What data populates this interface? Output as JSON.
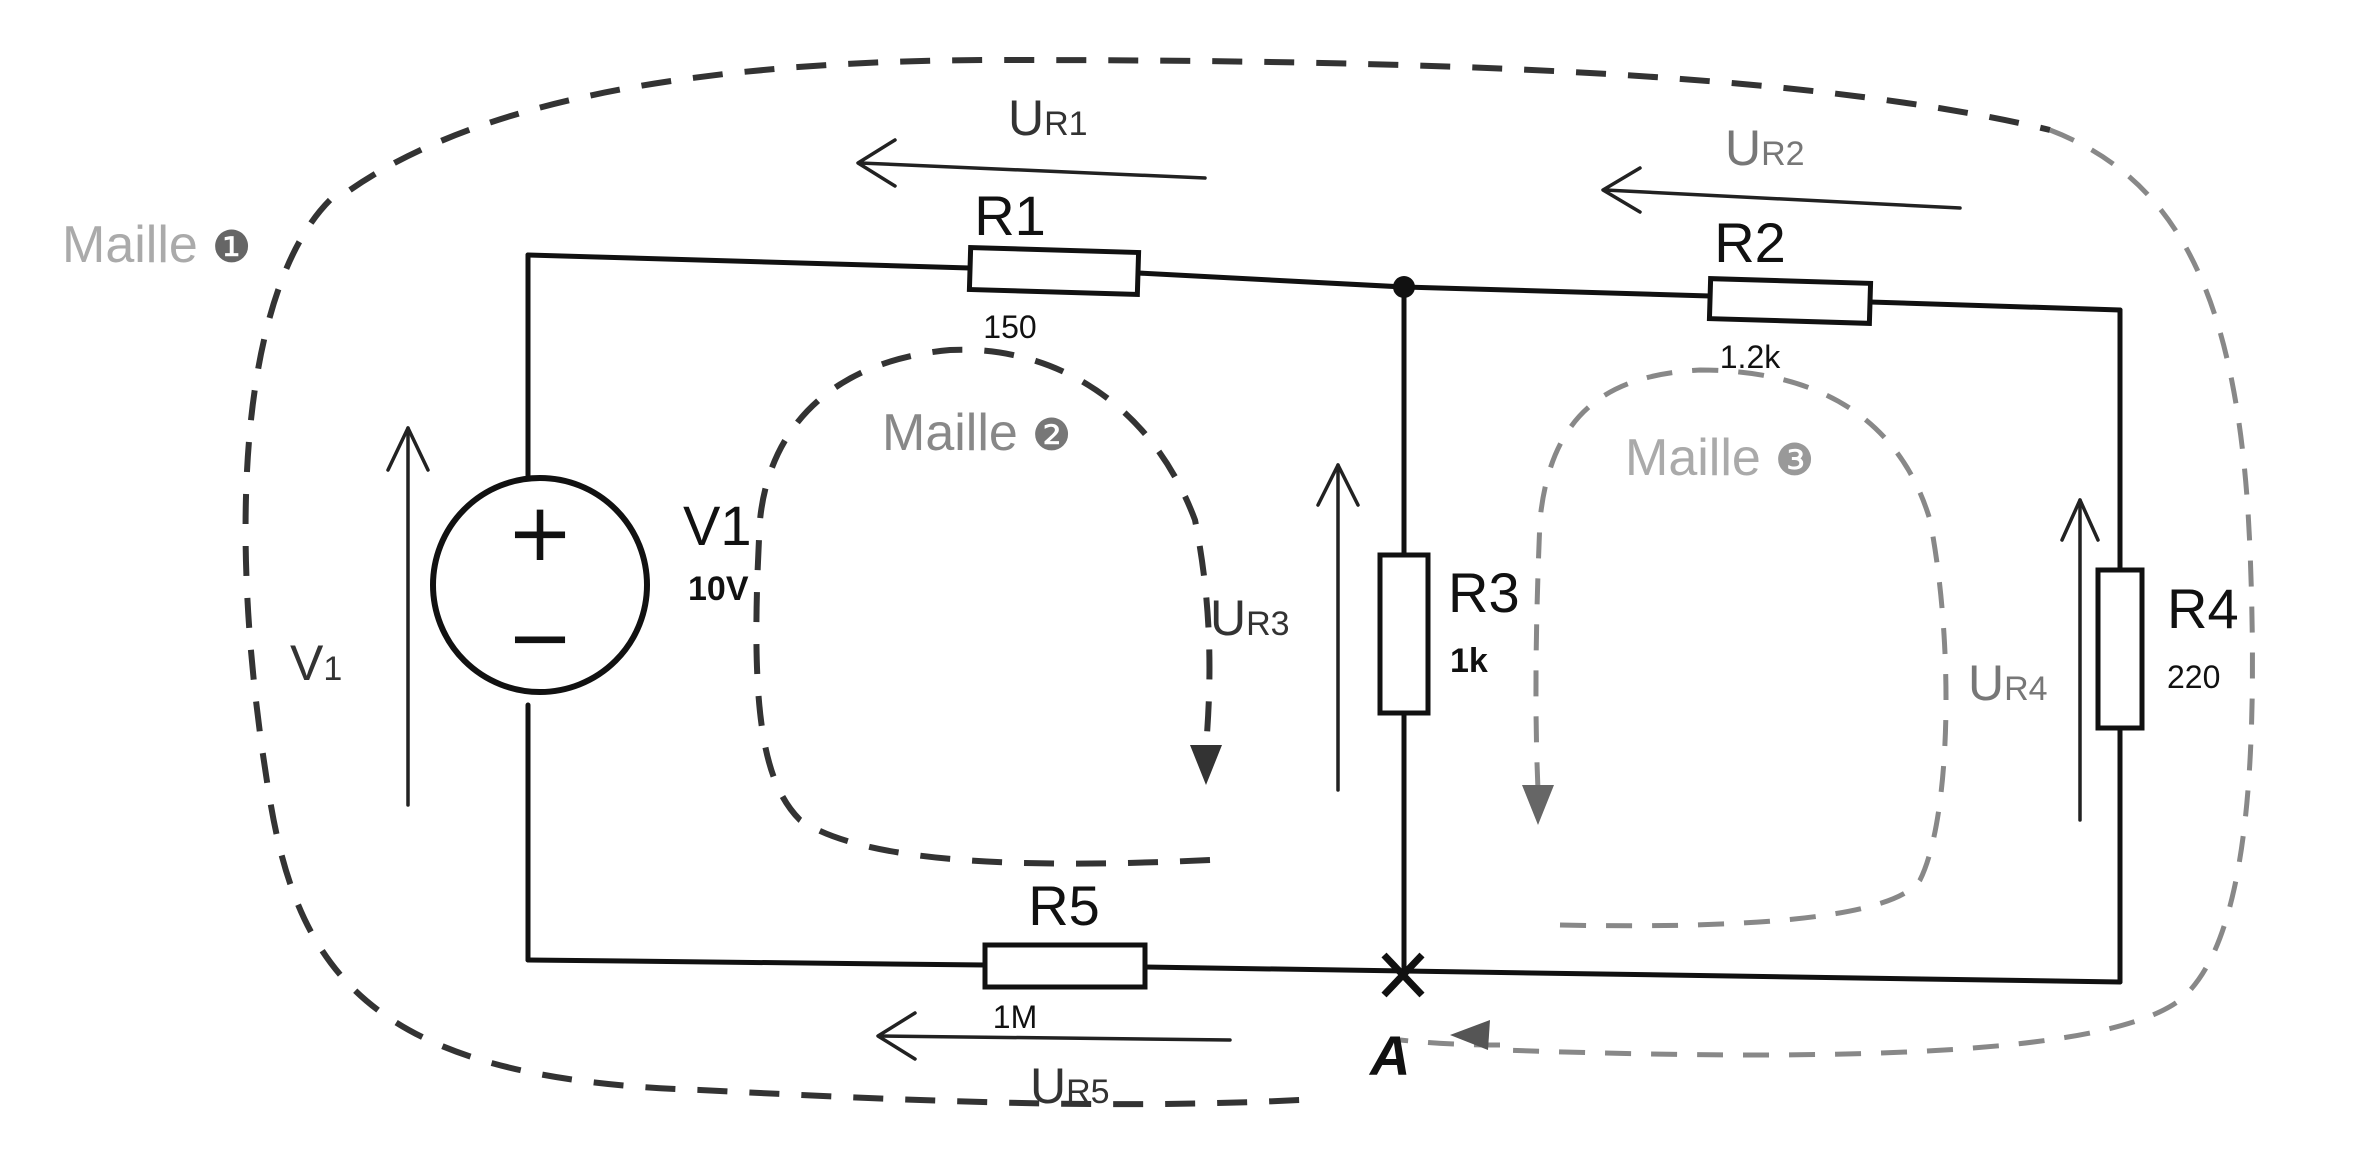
{
  "components": {
    "r1": {
      "name": "R1",
      "value": "150"
    },
    "r2": {
      "name": "R2",
      "value": "1.2k"
    },
    "r3": {
      "name": "R3",
      "value": "1k"
    },
    "r4": {
      "name": "R4",
      "value": "220"
    },
    "r5": {
      "name": "R5",
      "value": "1M"
    },
    "v1": {
      "name": "V1",
      "value": "10V",
      "plus": "+",
      "minus": "−"
    }
  },
  "voltages": {
    "ur1": {
      "main": "U",
      "sub": "R1"
    },
    "ur2": {
      "main": "U",
      "sub": "R2"
    },
    "ur3": {
      "main": "U",
      "sub": "R3"
    },
    "ur4": {
      "main": "U",
      "sub": "R4"
    },
    "ur5": {
      "main": "U",
      "sub": "R5"
    },
    "v1": {
      "main": "V",
      "sub": "1"
    }
  },
  "loops": {
    "loop1": {
      "label": "Maille",
      "number": "❶"
    },
    "loop2": {
      "label": "Maille",
      "number": "❷"
    },
    "loop3": {
      "label": "Maille",
      "number": "❸"
    }
  },
  "nodes": {
    "a": {
      "label": "A"
    }
  },
  "colors": {
    "wire": "#111111",
    "loop_dark": "#333333",
    "loop_light": "#888888"
  }
}
